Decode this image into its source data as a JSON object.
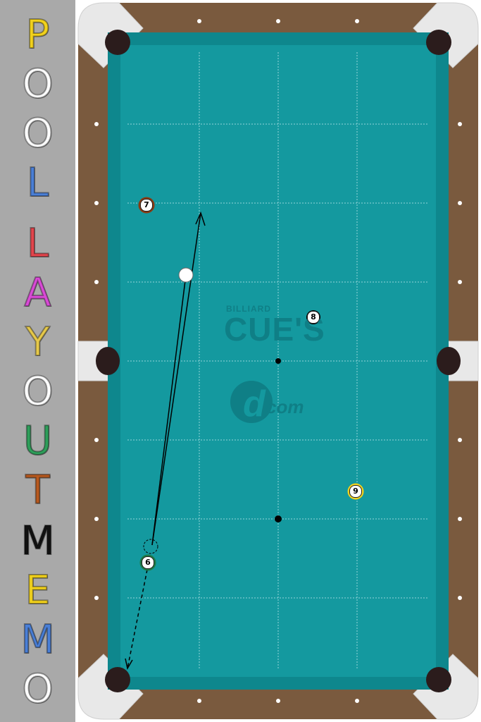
{
  "title_letters": [
    {
      "char": "P",
      "color": "#f2d21c"
    },
    {
      "char": "O",
      "color": "#ffffff"
    },
    {
      "char": "O",
      "color": "#ffffff"
    },
    {
      "char": "L",
      "color": "#4a7fd6"
    },
    {
      "char": "L",
      "color": "#e3454c"
    },
    {
      "char": "A",
      "color": "#d94bd6"
    },
    {
      "char": "Y",
      "color": "#e6c94a"
    },
    {
      "char": "O",
      "color": "#ffffff"
    },
    {
      "char": "U",
      "color": "#2e9e5a"
    },
    {
      "char": "T",
      "color": "#b7591f"
    },
    {
      "char": "M",
      "color": "#111111"
    },
    {
      "char": "E",
      "color": "#f2d21c"
    },
    {
      "char": "M",
      "color": "#4a7fd6"
    },
    {
      "char": "O",
      "color": "#ffffff"
    }
  ],
  "logo": {
    "small": "BILLIARD",
    "big": "CUE'S",
    "com": "com",
    "mark": "d"
  },
  "balls": [
    {
      "label": "7",
      "name": "ball-7",
      "stripe": "#8b3a12"
    },
    {
      "label": "8",
      "name": "ball-8",
      "stripe": "#000000"
    },
    {
      "label": "9",
      "name": "ball-9",
      "stripe": "#f0d020"
    },
    {
      "label": "6",
      "name": "ball-6",
      "stripe": "#1e7a45"
    }
  ],
  "colors": {
    "felt": "#14999f",
    "rail": "#7a5a3e",
    "cushion": "#0e878d",
    "pocket_plate": "#e6e6e6",
    "pocket": "#2b1c1c"
  }
}
